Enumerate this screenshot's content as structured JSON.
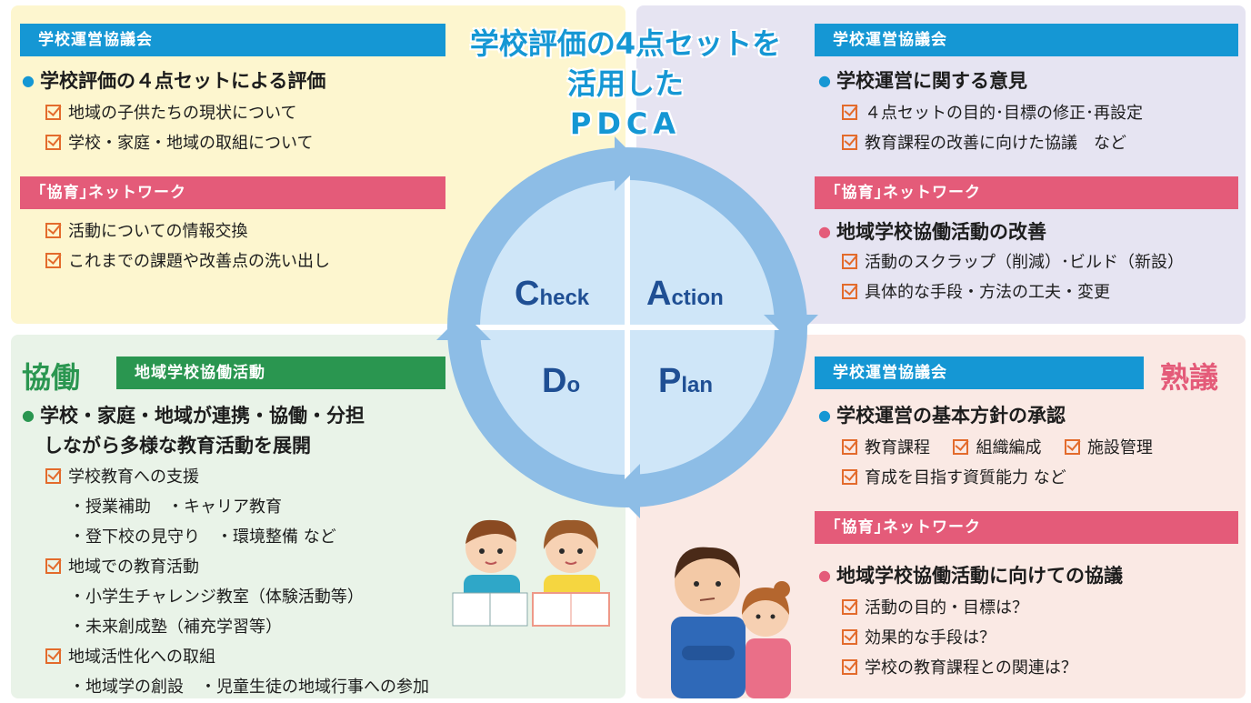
{
  "center_title": {
    "line1": "学校評価の4点セットを",
    "line2": "活用した",
    "line3": "PDCA"
  },
  "cycle": {
    "check": {
      "initial": "C",
      "rest": "heck"
    },
    "action": {
      "initial": "A",
      "rest": "ction"
    },
    "do": {
      "initial": "D",
      "rest": "o"
    },
    "plan": {
      "initial": "P",
      "rest": "lan"
    }
  },
  "check": {
    "council_header": "学校運営協議会",
    "council_bullet": "学校評価の４点セットによる評価",
    "council_items": [
      "地域の子供たちの現状について",
      "学校・家庭・地域の取組について"
    ],
    "network_header": "｢協育｣ネットワーク",
    "network_items": [
      "活動についての情報交換",
      "これまでの課題や改善点の洗い出し"
    ]
  },
  "action": {
    "council_header": "学校運営協議会",
    "council_bullet": "学校運営に関する意見",
    "council_items": [
      "４点セットの目的･目標の修正･再設定",
      "教育課程の改善に向けた協議　など"
    ],
    "network_header": "｢協育｣ネットワーク",
    "network_bullet": "地域学校協働活動の改善",
    "network_items": [
      "活動のスクラップ（削減）･ビルド（新設）",
      "具体的な手段・方法の工夫・変更"
    ]
  },
  "do": {
    "keyword": "協働",
    "header": "地域学校協働活動",
    "bullet_line1": "学校・家庭・地域が連携・協働・分担",
    "bullet_line2": "しながら多様な教育活動を展開",
    "item1": "学校教育への支援",
    "item1_subs": [
      "・授業補助　・キャリア教育",
      "・登下校の見守り　・環境整備 など"
    ],
    "item2": "地域での教育活動",
    "item2_subs": [
      "・小学生チャレンジ教室（体験活動等）",
      "・未来創成塾（補充学習等）"
    ],
    "item3": "地域活性化への取組",
    "item3_subs": [
      "・地域学の創設　・児童生徒の地域行事への参加"
    ]
  },
  "plan": {
    "keyword": "熟議",
    "council_header": "学校運営協議会",
    "council_bullet": "学校運営の基本方針の承認",
    "council_items_row": [
      "教育課程",
      "組織編成",
      "施設管理"
    ],
    "council_item_last": "育成を目指す資質能力 など",
    "network_header": "｢協育｣ネットワーク",
    "network_bullet": "地域学校協働活動に向けての協議",
    "network_items": [
      "活動の目的・目標は？",
      "効果的な手段は？",
      "学校の教育課程との関連は？"
    ]
  },
  "colors": {
    "blue": "#1597d4",
    "pink": "#e45b79",
    "green": "#2a9650",
    "check": "#e36b2c",
    "cycle_light": "#c6e2f6",
    "cycle_ring": "#7fb3e0",
    "phase_text": "#1f4f94"
  }
}
